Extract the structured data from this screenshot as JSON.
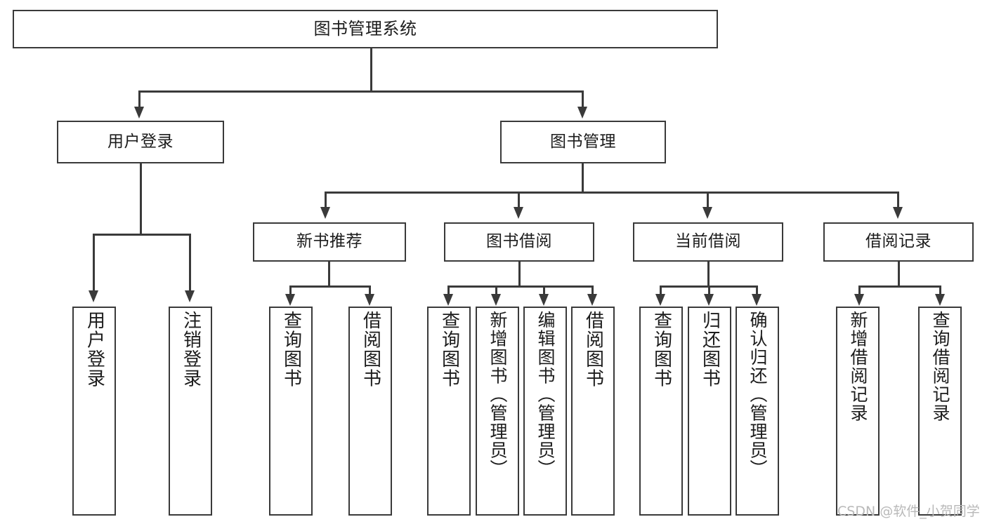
{
  "diagram": {
    "type": "tree-hierarchy",
    "title": "图书管理系统",
    "root": {
      "label": "图书管理系统"
    },
    "level2": [
      {
        "id": "user-login",
        "label": "用户登录"
      },
      {
        "id": "book-management",
        "label": "图书管理"
      }
    ],
    "level3": [
      {
        "id": "new-book-recommend",
        "label": "新书推荐",
        "parent": "book-management"
      },
      {
        "id": "book-borrow",
        "label": "图书借阅",
        "parent": "book-management"
      },
      {
        "id": "current-borrow",
        "label": "当前借阅",
        "parent": "book-management"
      },
      {
        "id": "borrow-record",
        "label": "借阅记录",
        "parent": "book-management"
      }
    ],
    "leaves": {
      "user_login": [
        {
          "id": "leaf-user-login",
          "label": "用户登录"
        },
        {
          "id": "leaf-user-logout",
          "label": "注销登录"
        }
      ],
      "new_book_recommend": [
        {
          "id": "leaf-query-book-1",
          "label": "查询图书"
        },
        {
          "id": "leaf-borrow-book-1",
          "label": "借阅图书"
        }
      ],
      "book_borrow": [
        {
          "id": "leaf-query-book-2",
          "label": "查询图书"
        },
        {
          "id": "leaf-add-book",
          "label": "新增图书（管理员）"
        },
        {
          "id": "leaf-edit-book",
          "label": "编辑图书（管理员）"
        },
        {
          "id": "leaf-borrow-book-2",
          "label": "借阅图书"
        }
      ],
      "current_borrow": [
        {
          "id": "leaf-query-book-3",
          "label": "查询图书"
        },
        {
          "id": "leaf-return-book",
          "label": "归还图书"
        },
        {
          "id": "leaf-confirm-return",
          "label": "确认归还（管理员）"
        }
      ],
      "borrow_record": [
        {
          "id": "leaf-add-record",
          "label": "新增借阅记录"
        },
        {
          "id": "leaf-query-record",
          "label": "查询借阅记录"
        }
      ]
    },
    "colors": {
      "stroke": "#3a3a3a",
      "background": "#ffffff",
      "text": "#1c1c1c",
      "watermark": "#b9b9b9"
    }
  },
  "watermark": {
    "text": "CSDN @软件_小贺同学"
  }
}
